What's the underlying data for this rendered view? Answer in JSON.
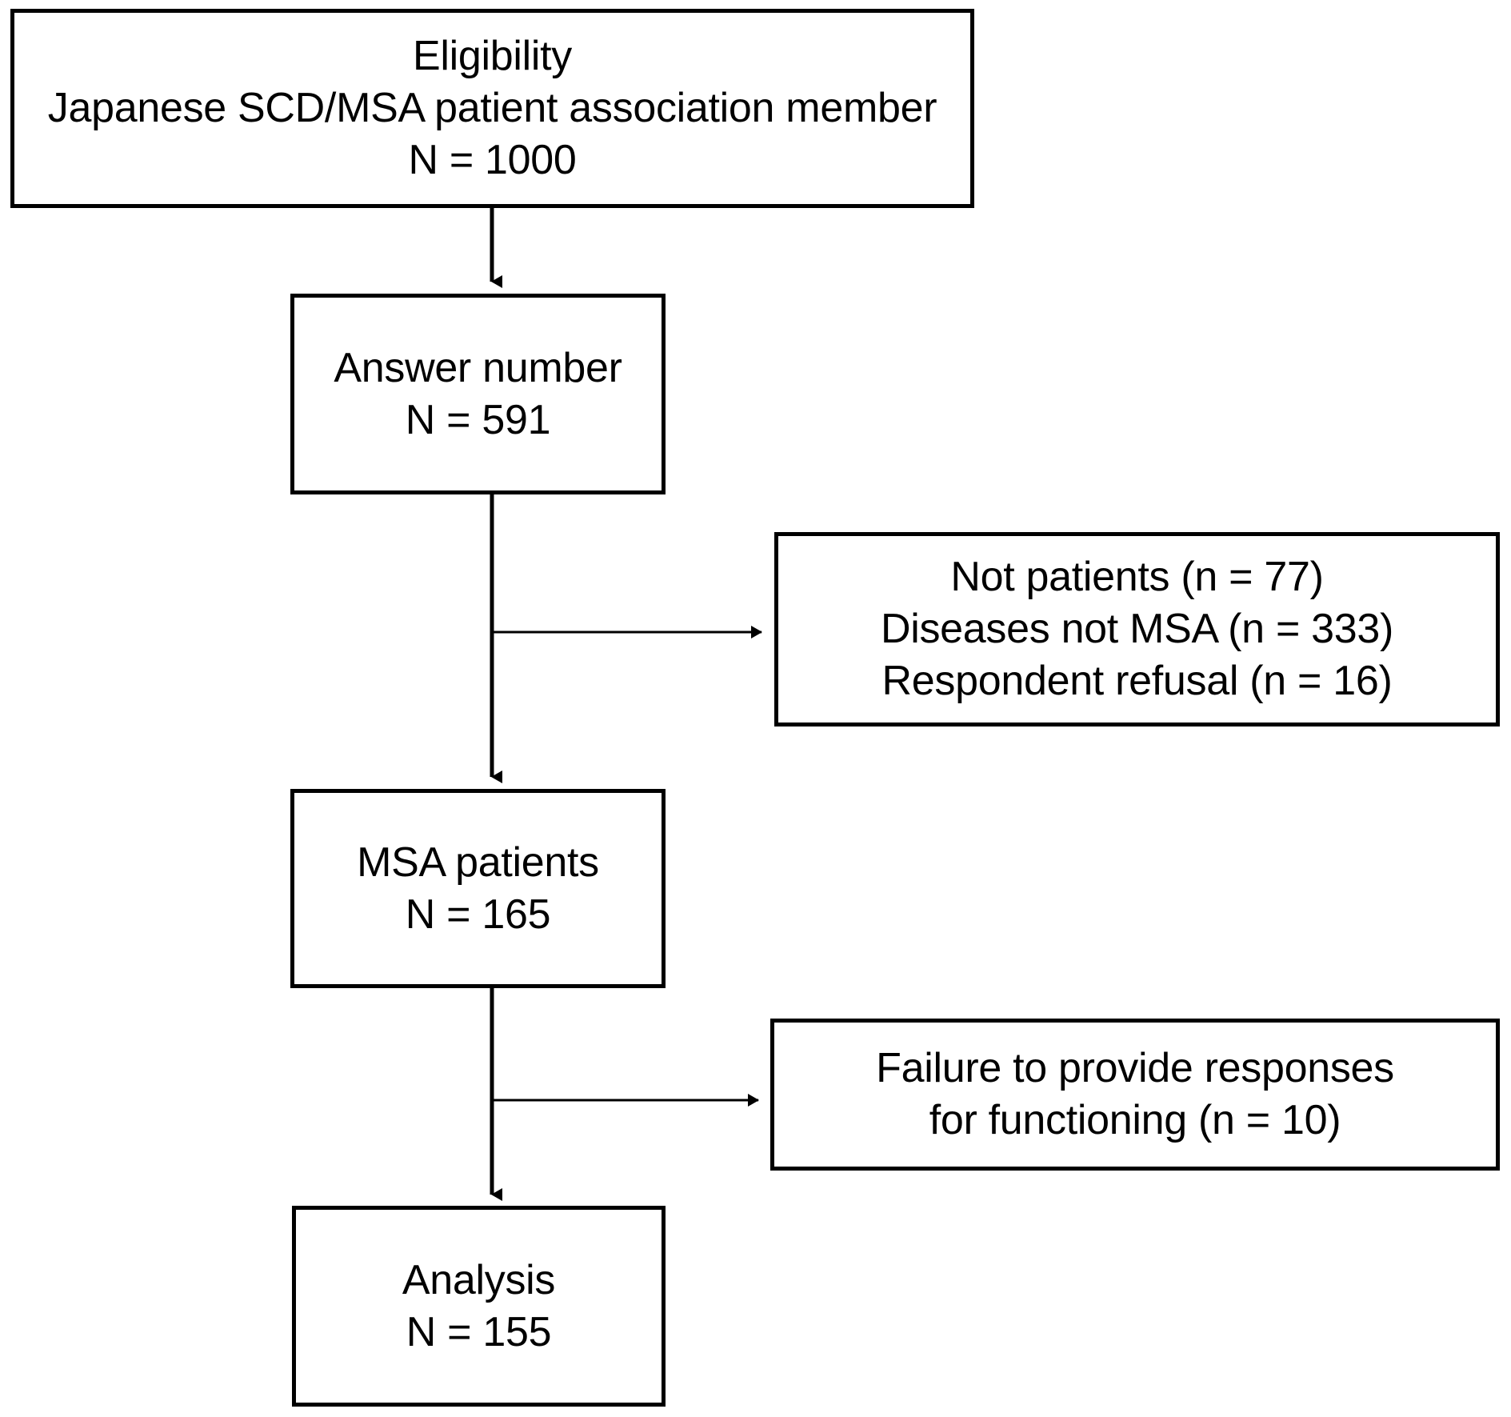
{
  "figure": {
    "type": "flowchart",
    "orientation": "top-to-bottom",
    "description": "Participant selection flow diagram (CONSORT-style) for a Japanese SCD/MSA patient association survey"
  },
  "nodes": {
    "eligibility": {
      "name": "eligibility-box",
      "lines": [
        "Eligibility",
        "Japanese SCD/MSA patient association member",
        "N = 1000"
      ],
      "n": 1000
    },
    "answer": {
      "name": "answer-number-box",
      "lines": [
        "Answer number",
        "N = 591"
      ],
      "n": 591
    },
    "excluded": {
      "name": "excluded-box",
      "lines": [
        "Not patients (n = 77)",
        "Diseases not MSA (n = 333)",
        "Respondent refusal (n = 16)"
      ],
      "items": [
        {
          "label": "Not patients",
          "n": 77
        },
        {
          "label": "Diseases not MSA",
          "n": 333
        },
        {
          "label": "Respondent refusal",
          "n": 16
        }
      ]
    },
    "msa": {
      "name": "msa-patients-box",
      "lines": [
        "MSA patients",
        "N = 165"
      ],
      "n": 165
    },
    "failure": {
      "name": "failure-box",
      "lines": [
        "Failure to provide responses",
        "for functioning (n = 10)"
      ],
      "items": [
        {
          "label": "Failure to provide responses for functioning",
          "n": 10
        }
      ]
    },
    "analysis": {
      "name": "analysis-box",
      "lines": [
        "Analysis",
        "N = 155"
      ],
      "n": 155
    }
  },
  "edges": [
    {
      "from": "eligibility",
      "to": "answer",
      "direction": "down",
      "arrow": true
    },
    {
      "from": "answer",
      "to": "excluded",
      "direction": "right",
      "arrow": true
    },
    {
      "from": "answer",
      "to": "msa",
      "direction": "down",
      "arrow": true
    },
    {
      "from": "msa",
      "to": "failure",
      "direction": "right",
      "arrow": true
    },
    {
      "from": "msa",
      "to": "analysis",
      "direction": "down",
      "arrow": true
    }
  ],
  "style": {
    "stroke": "#000000",
    "background": "#ffffff",
    "text_color": "#000000"
  }
}
